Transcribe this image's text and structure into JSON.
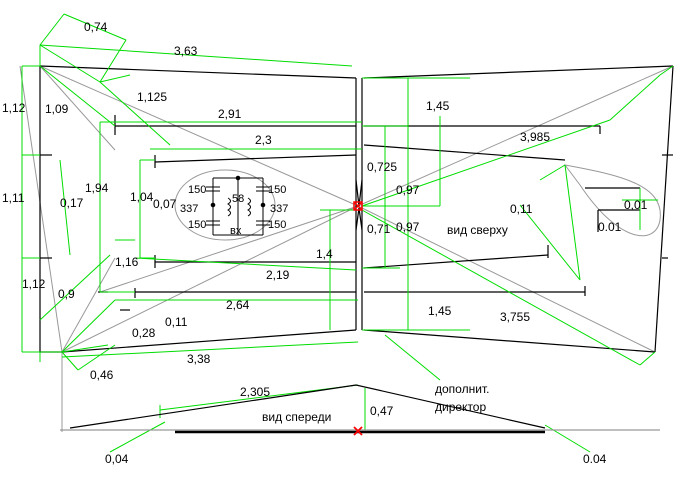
{
  "colors": {
    "dimension": "#00dd00",
    "element": "#000000",
    "guide": "#999999",
    "feed": "#ff0000"
  },
  "dimensions": {
    "d_0_74": "0,74",
    "d_3_63": "3,63",
    "d_1_12_top": "1,12",
    "d_1_09": "1,09",
    "d_1_125": "1,125",
    "d_2_91": "2,91",
    "d_1_45_top": "1,45",
    "d_3_985": "3,985",
    "d_2_3": "2,3",
    "d_1_94": "1,94",
    "d_1_11": "1,11",
    "d_0_17": "0,17",
    "d_1_04": "1,04",
    "d_0_07": "0,07",
    "d_0_725": "0,725",
    "d_0_97_a": "0,97",
    "d_0_97_b": "0,97",
    "d_0_71": "0,71",
    "d_0_11_right": "0,11",
    "d_0_01_a": "0,01",
    "d_0_01_b": "0.01",
    "d_1_16": "1,16",
    "d_1_4": "1,4",
    "d_2_19": "2,19",
    "d_1_12_bottom": "1,12",
    "d_0_9": "0,9",
    "d_2_64": "2,64",
    "d_0_28": "0,28",
    "d_0_11_left": "0,11",
    "d_1_45_bottom": "1,45",
    "d_3_755": "3,755",
    "d_0_46": "0,46",
    "d_3_38": "3,38",
    "d_2_305": "2,305",
    "d_0_47": "0,47",
    "d_0_04_left": "0,04",
    "d_0_04_right": "0.04"
  },
  "circuit": {
    "c150_tl": "150",
    "c150_tr": "150",
    "c337_l": "337",
    "c337_r": "337",
    "c150_bl": "150",
    "c150_br": "150",
    "v58": "58",
    "vx": "вх"
  },
  "labels": {
    "top_view": "вид сверху",
    "front_view": "вид спереди",
    "extra_director_1": "дополнит.",
    "extra_director_2": "директор"
  }
}
